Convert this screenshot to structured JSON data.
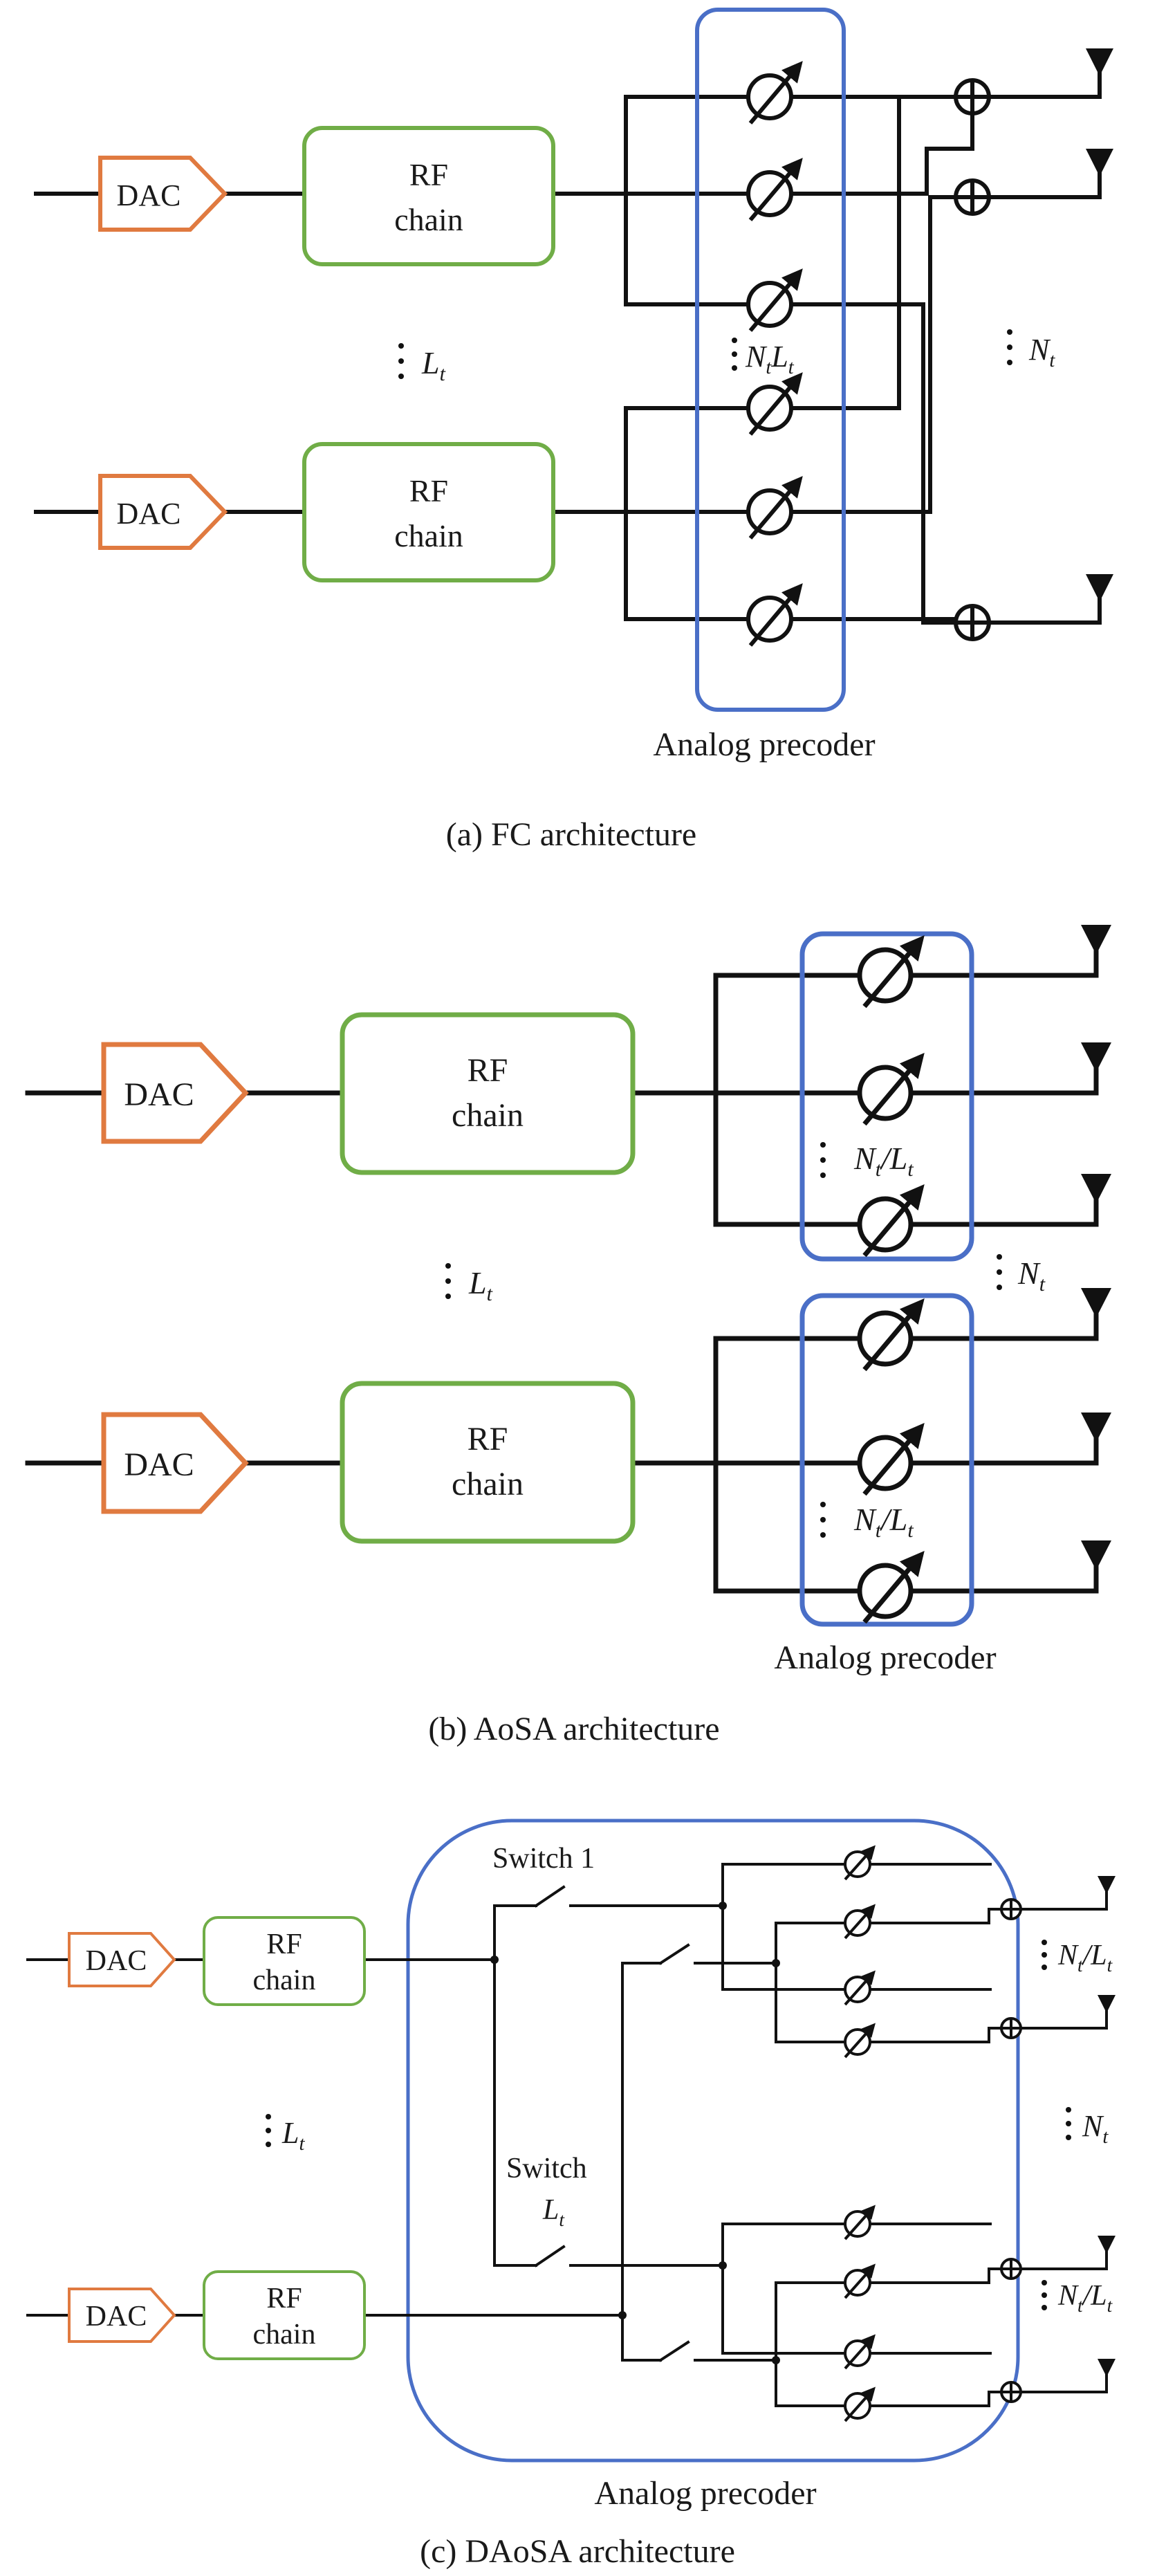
{
  "labels": {
    "dac": "DAC",
    "rf_line1": "RF",
    "rf_line2": "chain",
    "analog_precoder": "Analog precoder",
    "N": "N",
    "L": "L",
    "t": "t",
    "slash": "/",
    "switch_1": "Switch 1",
    "switch": "Switch"
  },
  "captions": {
    "a": "(a) FC architecture",
    "b": "(b) AoSA architecture",
    "c": "(c) DAoSA architecture"
  },
  "colors": {
    "dac": "#e07a40",
    "rf_chain": "#70ad47",
    "precoder_box": "#4a6fc7",
    "wire": "#111111"
  }
}
